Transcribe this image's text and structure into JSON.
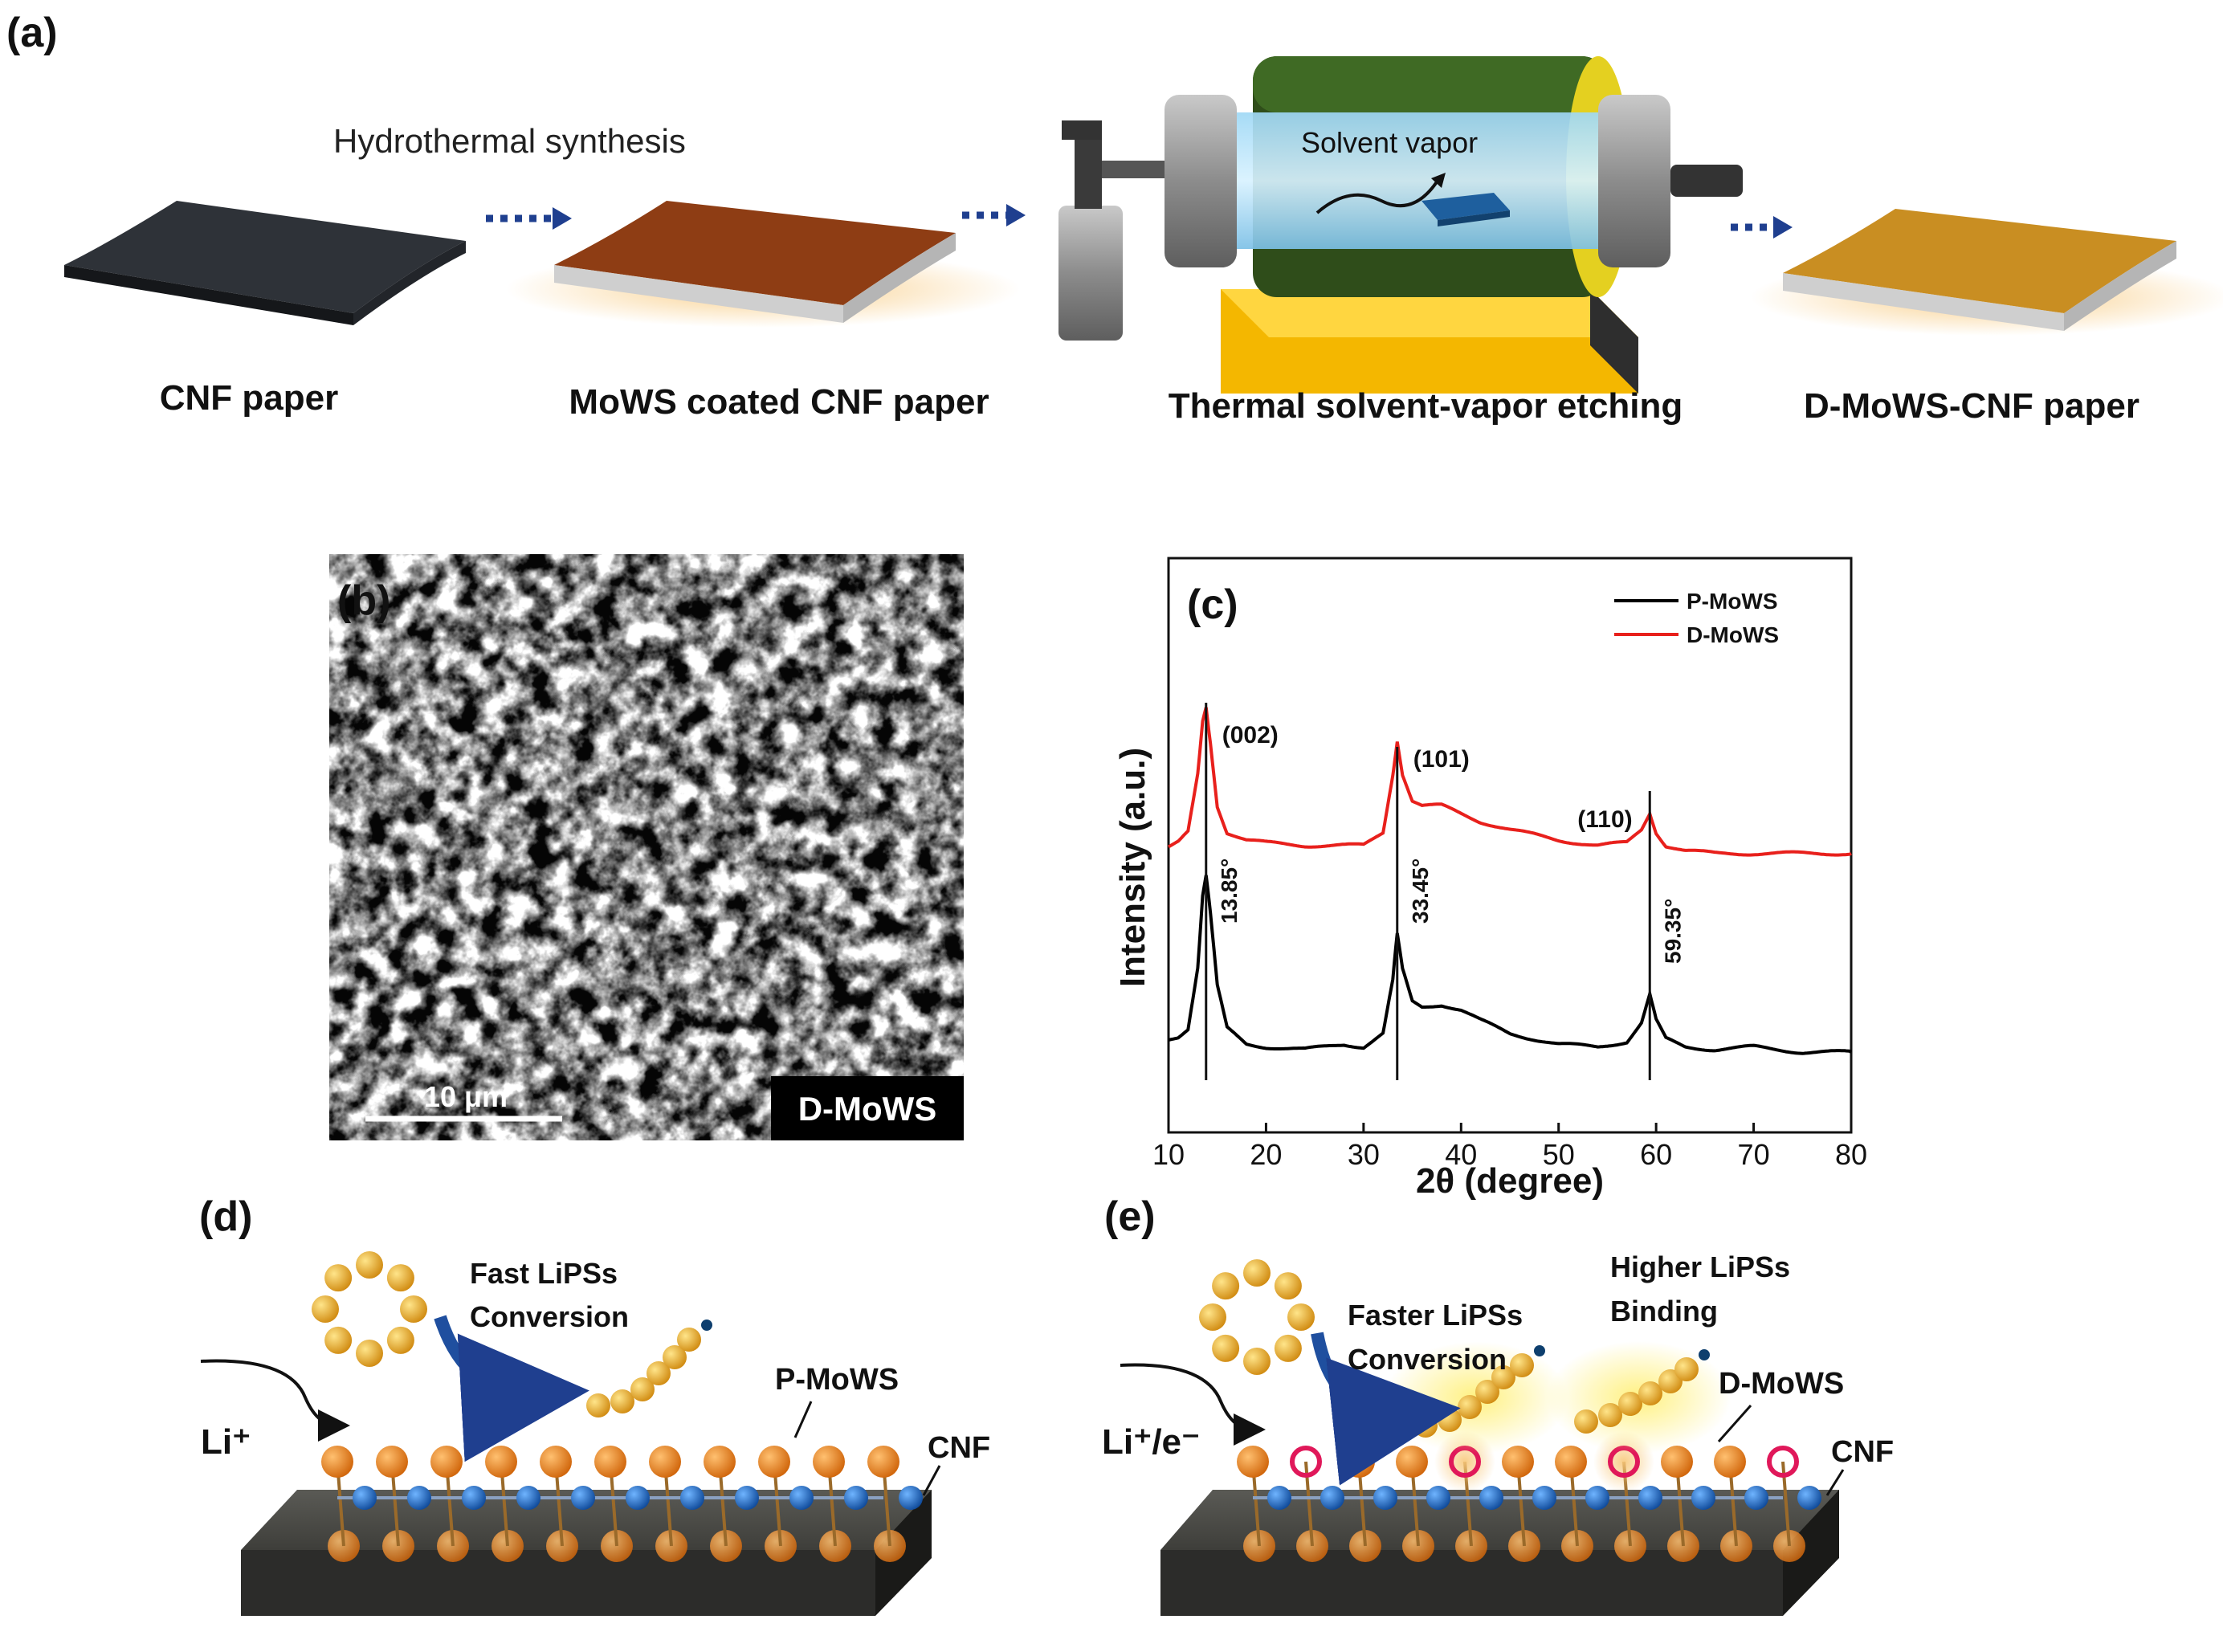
{
  "panel_a": {
    "letter": "(a)",
    "hydrothermal_label": "Hydrothermal synthesis",
    "solvent_vapor_label": "Solvent vapor",
    "steps": [
      "CNF paper",
      "MoWS coated CNF paper",
      "Thermal solvent-vapor etching",
      "D-MoWS-CNF paper"
    ]
  },
  "panel_b": {
    "letter": "(b)",
    "scale_bar": "10 μm",
    "sample_label": "D-MoWS"
  },
  "panel_c": {
    "letter": "(c)",
    "chart_data": {
      "type": "line",
      "xlabel": "2θ (degree)",
      "ylabel": "Intensity (a.u.)",
      "xlim": [
        10,
        80
      ],
      "xticks": [
        10,
        20,
        30,
        40,
        50,
        60,
        70,
        80
      ],
      "yticks_shown": false,
      "legend": "top-right",
      "series": [
        {
          "name": "P-MoWS",
          "color": "#000000",
          "offset": 0,
          "x": [
            10,
            11,
            12,
            13,
            13.5,
            13.85,
            14.3,
            15,
            16,
            18,
            20,
            24,
            28,
            30,
            32,
            33,
            33.45,
            34,
            35,
            36,
            38,
            40,
            42,
            45,
            50,
            54,
            57,
            58.5,
            59.35,
            60,
            61,
            63,
            66,
            70,
            75,
            80
          ],
          "y": [
            0.08,
            0.09,
            0.12,
            0.35,
            0.62,
            0.7,
            0.55,
            0.28,
            0.12,
            0.06,
            0.05,
            0.04,
            0.06,
            0.05,
            0.1,
            0.3,
            0.48,
            0.34,
            0.22,
            0.2,
            0.21,
            0.19,
            0.15,
            0.1,
            0.06,
            0.05,
            0.07,
            0.14,
            0.25,
            0.15,
            0.08,
            0.05,
            0.04,
            0.05,
            0.03,
            0.03
          ]
        },
        {
          "name": "D-MoWS",
          "color": "#e8201c",
          "offset": 0.78,
          "x": [
            10,
            11,
            12,
            13,
            13.5,
            13.85,
            14.3,
            15,
            16,
            18,
            20,
            24,
            28,
            30,
            32,
            33,
            33.45,
            34,
            35,
            36,
            38,
            40,
            42,
            45,
            50,
            54,
            57,
            58.5,
            59.35,
            60,
            61,
            63,
            66,
            70,
            75,
            80
          ],
          "y": [
            0.02,
            0.04,
            0.08,
            0.3,
            0.5,
            0.55,
            0.42,
            0.18,
            0.08,
            0.05,
            0.04,
            0.03,
            0.03,
            0.03,
            0.08,
            0.3,
            0.42,
            0.3,
            0.2,
            0.18,
            0.18,
            0.15,
            0.12,
            0.09,
            0.05,
            0.03,
            0.04,
            0.09,
            0.15,
            0.08,
            0.03,
            0.01,
            0.0,
            0.0,
            0.0,
            0.0
          ]
        }
      ],
      "peaks": [
        {
          "x": 13.85,
          "hkl": "(002)",
          "angle": "13.85°"
        },
        {
          "x": 33.45,
          "hkl": "(101)",
          "angle": "33.45°"
        },
        {
          "x": 59.35,
          "hkl": "(110)",
          "angle": "59.35°"
        }
      ]
    }
  },
  "panel_d": {
    "letter": "(d)",
    "conversion_label": [
      "Fast LiPSs",
      "Conversion"
    ],
    "ion_label": "Li⁺",
    "material_label": "P-MoWS",
    "substrate_label": "CNF"
  },
  "panel_e": {
    "letter": "(e)",
    "conversion_label": [
      "Faster LiPSs",
      "Conversion"
    ],
    "binding_label": [
      "Higher LiPSs",
      "Binding"
    ],
    "ion_label": "Li⁺/e⁻",
    "material_label": "D-MoWS",
    "substrate_label": "CNF"
  },
  "colors": {
    "p_mows": "#000000",
    "d_mows": "#e8201c",
    "arrow_blue": "#1f3f8f",
    "sulfur_orange": "#e8891c",
    "metal_blue": "#1f6fc4",
    "vacancy_pink": "#e0185a",
    "lipss_gold": "#f1b62b"
  }
}
